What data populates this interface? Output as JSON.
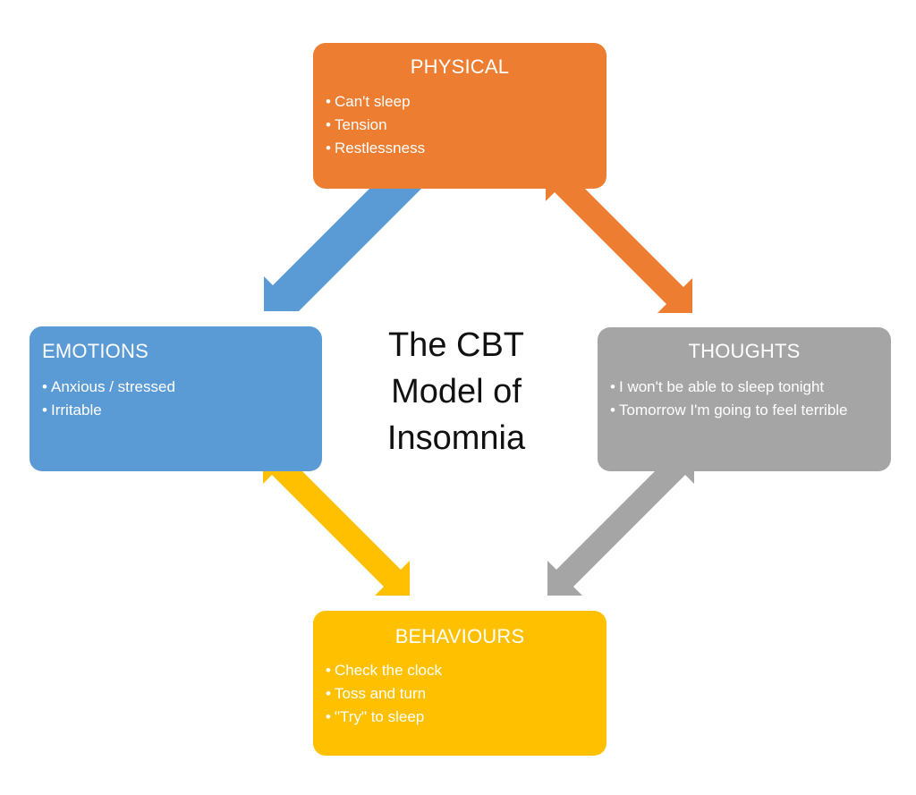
{
  "center_title": {
    "line1": "The CBT",
    "line2": "Model of",
    "line3": "Insomnia"
  },
  "boxes": {
    "physical": {
      "title": "PHYSICAL",
      "items": [
        "Can't sleep",
        "Tension",
        "Restlessness"
      ],
      "color": "#ed7d31"
    },
    "emotions": {
      "title": "EMOTIONS",
      "items": [
        "Anxious / stressed",
        "Irritable"
      ],
      "color": "#5b9bd5"
    },
    "thoughts": {
      "title": "THOUGHTS",
      "items": [
        "I won't be able to sleep tonight",
        "Tomorrow I'm going to feel terrible"
      ],
      "color": "#a5a5a5"
    },
    "behaviours": {
      "title": "BEHAVIOURS",
      "items": [
        "Check the clock",
        "Toss and turn",
        "\"Try\" to sleep"
      ],
      "color": "#ffc000"
    }
  },
  "arrows": {
    "physical_thoughts": "#ed7d31",
    "physical_emotions": "#5b9bd5",
    "emotions_behaviours": "#ffc000",
    "thoughts_behaviours": "#a5a5a5"
  }
}
